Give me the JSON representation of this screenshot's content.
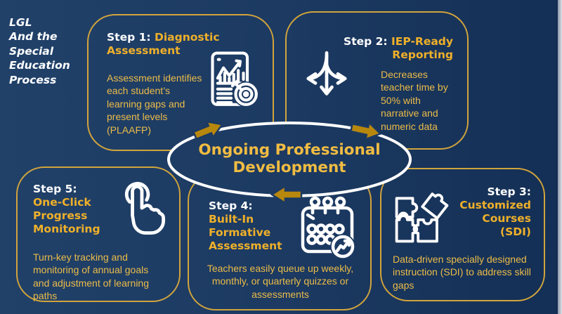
{
  "slide": {
    "title": "LGL\nAnd the\nSpecial\nEducation\nProcess",
    "center_label": "Ongoing Professional Development"
  },
  "steps": {
    "step1": {
      "prefix": "Step 1: ",
      "title": "Diagnostic Assessment",
      "body": "Assessment identifies each student’s learning gaps and present levels (PLAAFP)",
      "icon": "chart-report-icon"
    },
    "step2": {
      "prefix": "Step 2: ",
      "title": "IEP-Ready Reporting",
      "body": "Decreases teacher time by 50% with narrative and numeric data",
      "icon": "branching-arrows-icon"
    },
    "step3": {
      "prefix": "Step 3: ",
      "title": "Customized Courses (SDI)",
      "body": "Data-driven specially designed instruction (SDI) to address skill gaps",
      "icon": "puzzle-pieces-icon"
    },
    "step4": {
      "prefix": "Step 4: ",
      "title": "Built-In Formative Assessment",
      "body": "Teachers easily queue up weekly, monthly, or quarterly quizzes or assessments",
      "icon": "calendar-quiz-icon"
    },
    "step5": {
      "prefix": "Step 5: ",
      "title": "One-Click Progress Monitoring",
      "body": "Turn-key tracking and monitoring of annual goals and adjustment of learning paths",
      "icon": "one-click-icon"
    }
  },
  "cycle": {
    "arrow_count": 3,
    "arrows": [
      "step1-to-step2",
      "step2-to-step3",
      "step3-to-step4"
    ]
  },
  "colors": {
    "background_navy": "#1c3a62",
    "box_border_gold": "#d2a43c",
    "heading_gold": "#efb02a",
    "body_gold": "#ecbc48",
    "heading_white": "#ffffff",
    "arrow_gold": "#b8870d",
    "ellipse_stroke": "#ffffff",
    "center_text_gold": "#f1bc42"
  }
}
